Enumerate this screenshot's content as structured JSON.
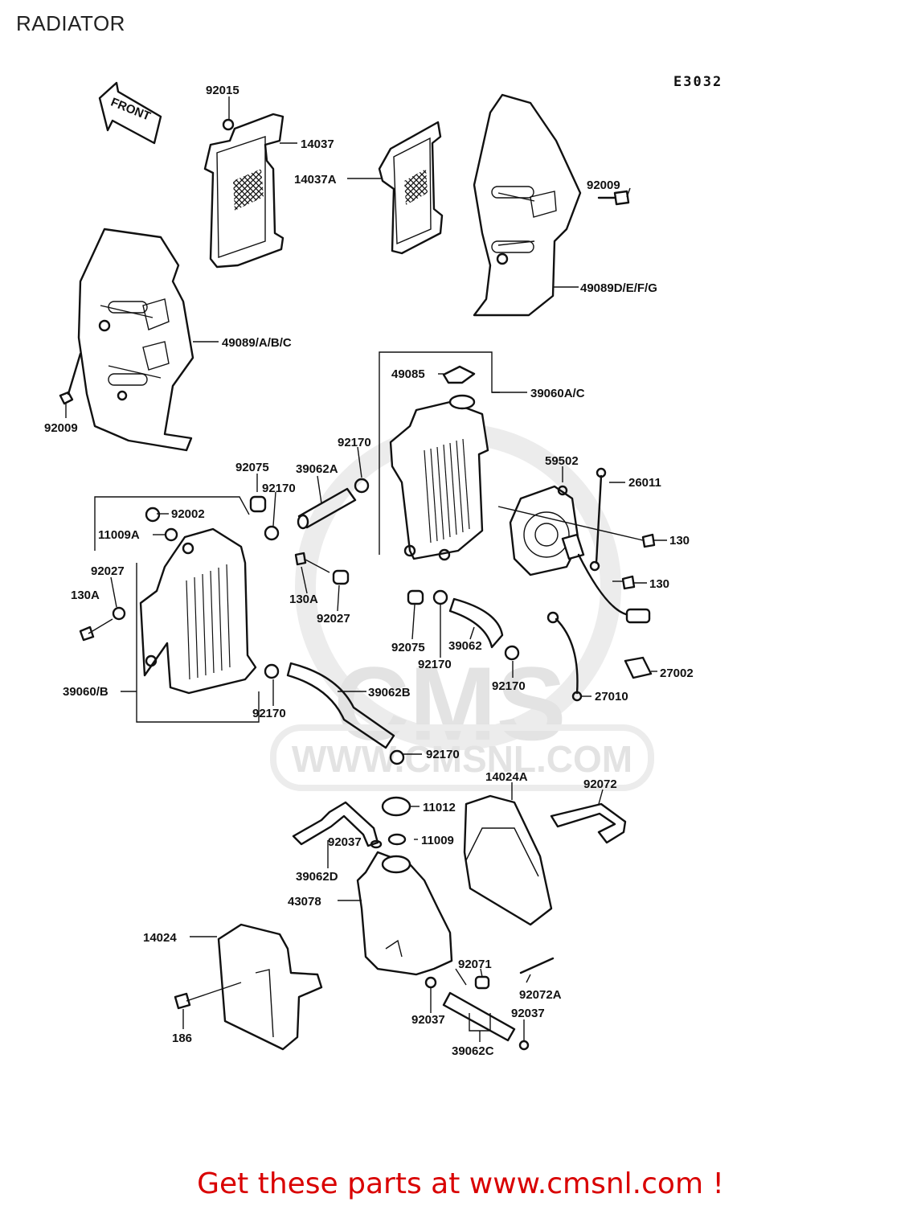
{
  "page": {
    "title": "RADIATOR",
    "diagram_code": "E3032",
    "front_arrow_label": "FRONT",
    "footer": "Get these parts at www.cmsnl.com !"
  },
  "watermark": {
    "brand": "CMS",
    "url": "WWW.CMSNL.COM"
  },
  "callouts": [
    {
      "id": "92015",
      "text": "92015"
    },
    {
      "id": "14037",
      "text": "14037"
    },
    {
      "id": "14037A",
      "text": "14037A"
    },
    {
      "id": "92009-right",
      "text": "92009"
    },
    {
      "id": "49089DEFG",
      "text": "49089D/E/F/G"
    },
    {
      "id": "49089ABC",
      "text": "49089/A/B/C"
    },
    {
      "id": "92009-left",
      "text": "92009"
    },
    {
      "id": "49085",
      "text": "49085"
    },
    {
      "id": "39060AC",
      "text": "39060A/C"
    },
    {
      "id": "92170-a",
      "text": "92170"
    },
    {
      "id": "92075-a",
      "text": "92075"
    },
    {
      "id": "39062A",
      "text": "39062A"
    },
    {
      "id": "92170-b",
      "text": "92170"
    },
    {
      "id": "59502",
      "text": "59502"
    },
    {
      "id": "26011",
      "text": "26011"
    },
    {
      "id": "92002",
      "text": "92002"
    },
    {
      "id": "11009A",
      "text": "11009A"
    },
    {
      "id": "130-a",
      "text": "130"
    },
    {
      "id": "130-b",
      "text": "130"
    },
    {
      "id": "92027-a",
      "text": "92027"
    },
    {
      "id": "130A-a",
      "text": "130A"
    },
    {
      "id": "130A-b",
      "text": "130A"
    },
    {
      "id": "92027-b",
      "text": "92027"
    },
    {
      "id": "92075-b",
      "text": "92075"
    },
    {
      "id": "39062",
      "text": "39062"
    },
    {
      "id": "92170-c",
      "text": "92170"
    },
    {
      "id": "92170-d",
      "text": "92170"
    },
    {
      "id": "27002",
      "text": "27002"
    },
    {
      "id": "39060B",
      "text": "39060/B"
    },
    {
      "id": "92170-e",
      "text": "92170"
    },
    {
      "id": "39062B",
      "text": "39062B"
    },
    {
      "id": "27010",
      "text": "27010"
    },
    {
      "id": "92170-f",
      "text": "92170"
    },
    {
      "id": "14024A",
      "text": "14024A"
    },
    {
      "id": "92072",
      "text": "92072"
    },
    {
      "id": "11012",
      "text": "11012"
    },
    {
      "id": "92037-a",
      "text": "92037"
    },
    {
      "id": "11009",
      "text": "11009"
    },
    {
      "id": "39062D",
      "text": "39062D"
    },
    {
      "id": "43078",
      "text": "43078"
    },
    {
      "id": "14024",
      "text": "14024"
    },
    {
      "id": "92071",
      "text": "92071"
    },
    {
      "id": "92072A",
      "text": "92072A"
    },
    {
      "id": "92037-b",
      "text": "92037"
    },
    {
      "id": "92037-c",
      "text": "92037"
    },
    {
      "id": "186",
      "text": "186"
    },
    {
      "id": "39062C",
      "text": "39062C"
    }
  ]
}
